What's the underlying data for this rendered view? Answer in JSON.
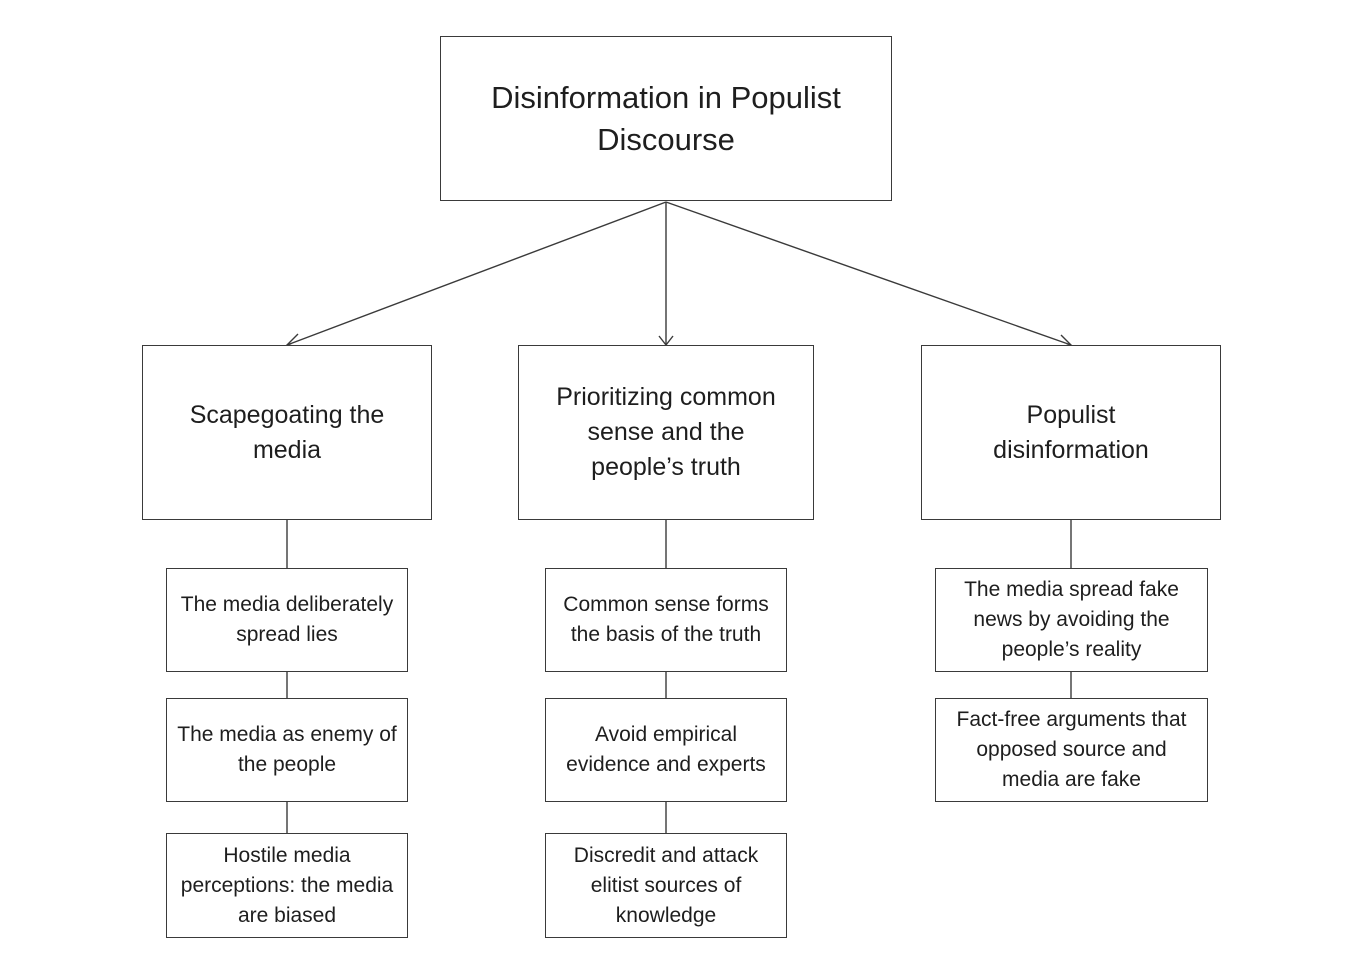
{
  "diagram": {
    "root": {
      "label": "Disinformation in Populist Discourse"
    },
    "categories": [
      {
        "label": "Scapegoating the media",
        "items": [
          "The media deliberately spread lies",
          "The media as enemy of the people",
          "Hostile media perceptions: the media are biased"
        ]
      },
      {
        "label": "Prioritizing common sense and the people’s truth",
        "items": [
          "Common sense forms the basis of the truth",
          "Avoid empirical evidence and experts",
          "Discredit and attack elitist sources of knowledge"
        ]
      },
      {
        "label": "Populist disinformation",
        "items": [
          "The media spread fake news by avoiding the people’s reality",
          "Fact-free arguments that opposed source and media are fake"
        ]
      }
    ],
    "colors": {
      "line": "#3a3a3a",
      "text": "#1e1e1e",
      "background": "#ffffff"
    }
  }
}
